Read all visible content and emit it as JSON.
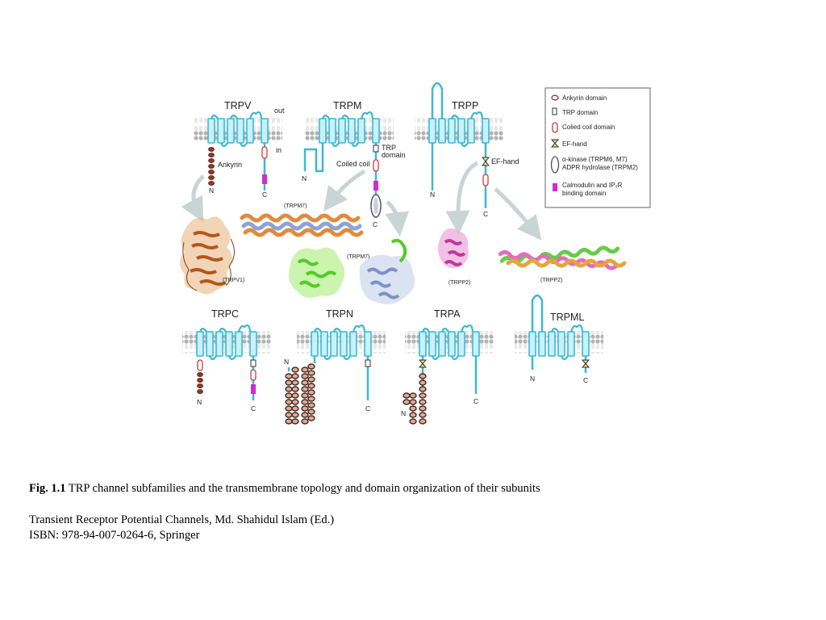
{
  "families": {
    "trpv": "TRPV",
    "trpm": "TRPM",
    "trpp": "TRPP",
    "trpc": "TRPC",
    "trpn": "TRPN",
    "trpa": "TRPA",
    "trpml": "TRPML"
  },
  "labels": {
    "out": "out",
    "in": "in",
    "n": "N",
    "c": "C",
    "ankyrin": "Ankyrin",
    "trp_domain_1": "TRP",
    "trp_domain_2": "domain",
    "coiled_coil": "Coiled coil",
    "ef_hand": "EF-hand"
  },
  "structures": {
    "trpv1": "(TRPV1)",
    "trpm7_a": "(TRPM7)",
    "trpm7_b": "(TRPM7)",
    "trpp2_a": "(TRPP2)",
    "trpp2_b": "(TRPP2)"
  },
  "legend": {
    "ankyrin": "Ankyrin domain",
    "trp": "TRP domain",
    "coiled": "Colied coil domain",
    "efhand": "EF-hand",
    "kinase_1": "α-kinase (TRPM6, M7)",
    "kinase_2": "ADPR hydrolase (TRPM2)",
    "calmodulin_1": "Calmodulin and IP₃R",
    "calmodulin_2": "binding domain"
  },
  "caption": {
    "fig_number": "Fig. 1.1",
    "fig_text": " TRP channel subfamilies and the transmembrane topology and domain organization of their subunits",
    "book": "Transient Receptor Potential Channels, Md. Shahidul Islam (Ed.)",
    "isbn": "ISBN: 978-94-007-0264-6, Springer"
  },
  "colors": {
    "helix": "#45c4dc",
    "helix_fill": "#bfeef8",
    "membrane": "#b8b8b8",
    "ankyrin": "#d14a2a",
    "magenta": "#d22bd2",
    "arrow": "#c9d4d4"
  }
}
